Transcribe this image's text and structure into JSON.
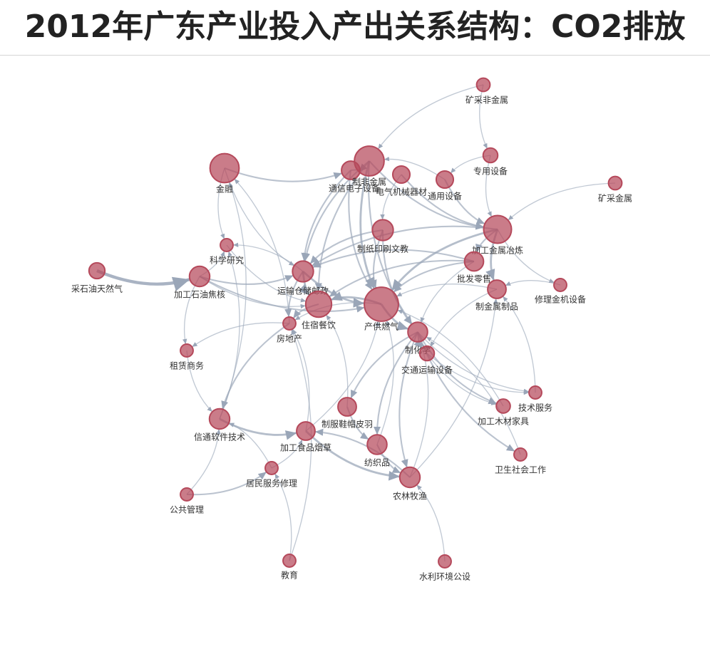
{
  "page": {
    "title": "2012年广东产业投入产出关系结构：CO2排放"
  },
  "colors": {
    "node_fill": "#b5495b",
    "node_stroke": "#b5495b",
    "edge": "#9aa6b8",
    "label": "#333333"
  },
  "graph": {
    "nodes": [
      {
        "id": "矿采非金属",
        "label": "矿采非金属",
        "weight": 1
      },
      {
        "id": "专用设备",
        "label": "专用设备",
        "weight": 1.2
      },
      {
        "id": "矿采金属",
        "label": "矿采金属",
        "weight": 1
      },
      {
        "id": "金融",
        "label": "金融",
        "weight": 3.5
      },
      {
        "id": "通信电子设备",
        "label": "通信电子设备",
        "weight": 1.8
      },
      {
        "id": "制非金属",
        "label": "制非金属",
        "weight": 3.6
      },
      {
        "id": "电气机械器材",
        "label": "电气机械器材",
        "weight": 1.6
      },
      {
        "id": "通用设备",
        "label": "通用设备",
        "weight": 1.6
      },
      {
        "id": "制纸印刷文教",
        "label": "制纸印刷文教",
        "weight": 2.2
      },
      {
        "id": "加工金属冶炼",
        "label": "加工金属冶炼",
        "weight": 3.3
      },
      {
        "id": "科学研究",
        "label": "科学研究",
        "weight": 0.9
      },
      {
        "id": "采石油天然气",
        "label": "采石油天然气",
        "weight": 1.4
      },
      {
        "id": "加工石油焦核",
        "label": "加工石油焦核",
        "weight": 2.1
      },
      {
        "id": "运输仓储邮政",
        "label": "运输仓储邮政",
        "weight": 2.2
      },
      {
        "id": "批发零售",
        "label": "批发零售",
        "weight": 1.9
      },
      {
        "id": "修理金机设备",
        "label": "修理金机设备",
        "weight": 0.9
      },
      {
        "id": "制金属制品",
        "label": "制金属制品",
        "weight": 1.8
      },
      {
        "id": "住宿餐饮",
        "label": "住宿餐饮",
        "weight": 3.0
      },
      {
        "id": "产供燃气",
        "label": "产供燃气",
        "weight": 4.3
      },
      {
        "id": "房地产",
        "label": "房地产",
        "weight": 0.9
      },
      {
        "id": "制化学",
        "label": "制化学",
        "weight": 2.0
      },
      {
        "id": "交通运输设备",
        "label": "交通运输设备",
        "weight": 1.2
      },
      {
        "id": "租赁商务",
        "label": "租赁商务",
        "weight": 0.9
      },
      {
        "id": "技术服务",
        "label": "技术服务",
        "weight": 0.9
      },
      {
        "id": "加工木材家具",
        "label": "加工木材家具",
        "weight": 1.1
      },
      {
        "id": "制服鞋帽皮羽",
        "label": "制服鞋帽皮羽",
        "weight": 1.8
      },
      {
        "id": "信通软件技术",
        "label": "信通软件技术",
        "weight": 2.1
      },
      {
        "id": "加工食品烟草",
        "label": "加工食品烟草",
        "weight": 1.8
      },
      {
        "id": "纺织品",
        "label": "纺织品",
        "weight": 2.0
      },
      {
        "id": "卫生社会工作",
        "label": "卫生社会工作",
        "weight": 0.9
      },
      {
        "id": "居民服务修理",
        "label": "居民服务修理",
        "weight": 0.9
      },
      {
        "id": "农林牧渔",
        "label": "农林牧渔",
        "weight": 2.1
      },
      {
        "id": "公共管理",
        "label": "公共管理",
        "weight": 0.9
      },
      {
        "id": "教育",
        "label": "教育",
        "weight": 0.9
      },
      {
        "id": "水利环境公设",
        "label": "水利环境公设",
        "weight": 0.9
      }
    ],
    "edges": [
      [
        "采石油天然气",
        "加工石油焦核",
        5
      ],
      [
        "加工石油焦核",
        "运输仓储邮政",
        2
      ],
      [
        "加工石油焦核",
        "科学研究",
        1
      ],
      [
        "加工石油焦核",
        "产供燃气",
        2
      ],
      [
        "加工石油焦核",
        "住宿餐饮",
        1
      ],
      [
        "加工石油焦核",
        "租赁商务",
        1
      ],
      [
        "金融",
        "通信电子设备",
        2
      ],
      [
        "金融",
        "运输仓储邮政",
        1
      ],
      [
        "金融",
        "科学研究",
        1
      ],
      [
        "制非金属",
        "产供燃气",
        3
      ],
      [
        "制非金属",
        "住宿餐饮",
        2
      ],
      [
        "制非金属",
        "加工金属冶炼",
        2
      ],
      [
        "制非金属",
        "运输仓储邮政",
        2
      ],
      [
        "制非金属",
        "制化学",
        2
      ],
      [
        "通信电子设备",
        "制非金属",
        2
      ],
      [
        "通信电子设备",
        "运输仓储邮政",
        2
      ],
      [
        "通信电子设备",
        "产供燃气",
        2
      ],
      [
        "电气机械器材",
        "加工金属冶炼",
        2
      ],
      [
        "电气机械器材",
        "制纸印刷文教",
        1
      ],
      [
        "通用设备",
        "加工金属冶炼",
        2
      ],
      [
        "通用设备",
        "制非金属",
        1
      ],
      [
        "专用设备",
        "加工金属冶炼",
        1
      ],
      [
        "专用设备",
        "通用设备",
        1
      ],
      [
        "矿采非金属",
        "制非金属",
        1
      ],
      [
        "矿采非金属",
        "专用设备",
        1
      ],
      [
        "矿采金属",
        "加工金属冶炼",
        1
      ],
      [
        "加工金属冶炼",
        "制金属制品",
        3
      ],
      [
        "加工金属冶炼",
        "批发零售",
        2
      ],
      [
        "加工金属冶炼",
        "产供燃气",
        3
      ],
      [
        "加工金属冶炼",
        "运输仓储邮政",
        2
      ],
      [
        "加工金属冶炼",
        "修理金机设备",
        1
      ],
      [
        "制纸印刷文教",
        "产供燃气",
        2
      ],
      [
        "制纸印刷文教",
        "运输仓储邮政",
        2
      ],
      [
        "制纸印刷文教",
        "制化学",
        2
      ],
      [
        "批发零售",
        "运输仓储邮政",
        2
      ],
      [
        "批发零售",
        "住宿餐饮",
        2
      ],
      [
        "批发零售",
        "产供燃气",
        2
      ],
      [
        "批发零售",
        "制化学",
        1
      ],
      [
        "制金属制品",
        "交通运输设备",
        1
      ],
      [
        "制金属制品",
        "产供燃气",
        1
      ],
      [
        "运输仓储邮政",
        "住宿餐饮",
        3
      ],
      [
        "运输仓储邮政",
        "房地产",
        2
      ],
      [
        "运输仓储邮政",
        "科学研究",
        1
      ],
      [
        "运输仓储邮政",
        "产供燃气",
        3
      ],
      [
        "产供燃气",
        "制化学",
        3
      ],
      [
        "产供燃气",
        "住宿餐饮",
        3
      ],
      [
        "产供燃气",
        "房地产",
        1
      ],
      [
        "住宿餐饮",
        "房地产",
        2
      ],
      [
        "房地产",
        "金融",
        1
      ],
      [
        "房地产",
        "租赁商务",
        1
      ],
      [
        "房地产",
        "信通软件技术",
        2
      ],
      [
        "制化学",
        "交通运输设备",
        2
      ],
      [
        "制化学",
        "制服鞋帽皮羽",
        2
      ],
      [
        "制化学",
        "纺织品",
        2
      ],
      [
        "制化学",
        "加工木材家具",
        2
      ],
      [
        "制化学",
        "农林牧渔",
        2
      ],
      [
        "制化学",
        "卫生社会工作",
        2
      ],
      [
        "制化学",
        "技术服务",
        1
      ],
      [
        "交通运输设备",
        "技术服务",
        1
      ],
      [
        "交通运输设备",
        "加工木材家具",
        1
      ],
      [
        "租赁商务",
        "信通软件技术",
        1
      ],
      [
        "信通软件技术",
        "加工食品烟草",
        3
      ],
      [
        "信通软件技术",
        "科学研究",
        1
      ],
      [
        "信通软件技术",
        "金融",
        1
      ],
      [
        "加工食品烟草",
        "农林牧渔",
        3
      ],
      [
        "加工食品烟草",
        "房地产",
        1
      ],
      [
        "加工食品烟草",
        "产供燃气",
        1
      ],
      [
        "制服鞋帽皮羽",
        "纺织品",
        2
      ],
      [
        "制服鞋帽皮羽",
        "住宿餐饮",
        1
      ],
      [
        "纺织品",
        "农林牧渔",
        2
      ],
      [
        "纺织品",
        "产供燃气",
        1
      ],
      [
        "农林牧渔",
        "加工食品烟草",
        2
      ],
      [
        "农林牧渔",
        "制化学",
        1
      ],
      [
        "农林牧渔",
        "制金属制品",
        1
      ],
      [
        "水利环境公设",
        "农林牧渔",
        1
      ],
      [
        "居民服务修理",
        "信通软件技术",
        1
      ],
      [
        "居民服务修理",
        "加工食品烟草",
        1
      ],
      [
        "公共管理",
        "居民服务修理",
        2
      ],
      [
        "公共管理",
        "信通软件技术",
        1
      ],
      [
        "教育",
        "居民服务修理",
        1
      ],
      [
        "教育",
        "房地产",
        1
      ],
      [
        "卫生社会工作",
        "制化学",
        1
      ],
      [
        "加工木材家具",
        "产供燃气",
        1
      ],
      [
        "技术服务",
        "制金属制品",
        1
      ],
      [
        "修理金机设备",
        "制金属制品",
        1
      ],
      [
        "科学研究",
        "住宿餐饮",
        1
      ]
    ]
  }
}
